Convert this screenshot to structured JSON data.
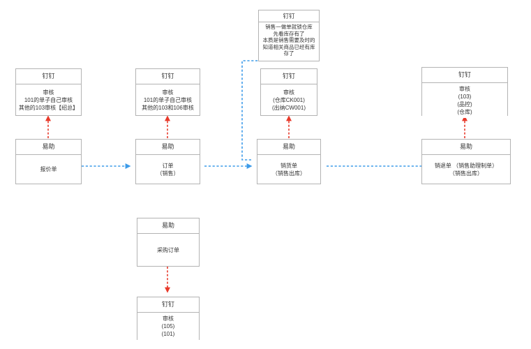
{
  "diagram": {
    "title": "销售流程图",
    "colors": {
      "box_border": "#b3b3b3",
      "box_fill": "#ffffff",
      "text": "#333333",
      "flow_arrow": "#3d9be9",
      "approval_arrow": "#e8392a"
    },
    "nodes": [
      {
        "id": "approve-quote",
        "header": "钉钉",
        "body": [
          "审核",
          "101的单子自己审核",
          "其他的103审核【绍总】"
        ]
      },
      {
        "id": "approve-order",
        "header": "钉钉",
        "body": [
          "审核",
          "101的单子自己审核",
          "其他的103和106审核"
        ]
      },
      {
        "id": "note-stock",
        "header": "钉钉",
        "body": [
          "销售一做单就锁仓库",
          "先看库存有了",
          "本质是销售需要及时的",
          "知道相关商品已经有库",
          "存了"
        ]
      },
      {
        "id": "approve-delivery",
        "header": "钉钉",
        "body": [
          "审核",
          "(仓库CK001)",
          "(出纳CW001)"
        ]
      },
      {
        "id": "approve-return",
        "header": "钉钉",
        "body": [
          "审核",
          "(103)",
          "(品控)",
          "(仓库)"
        ]
      },
      {
        "id": "quotation",
        "header": "易助",
        "body": [
          "报价单"
        ]
      },
      {
        "id": "sales-order",
        "header": "易助",
        "body": [
          "订单",
          "（销售）"
        ]
      },
      {
        "id": "sales-delivery",
        "header": "易助",
        "body": [
          "销货单",
          "（销售出库）"
        ]
      },
      {
        "id": "sales-return",
        "header": "易助",
        "body": [
          "销退单 （销售助理制单）",
          "（销售出库）"
        ]
      },
      {
        "id": "purchase-order",
        "header": "易助",
        "body": [
          "采购订单"
        ]
      },
      {
        "id": "approve-purchase",
        "header": "钉钉",
        "body": [
          "审核",
          "(105)",
          "(101)"
        ]
      }
    ],
    "edges": [
      {
        "id": "quote-to-approve",
        "kind": "approval",
        "from": "quotation",
        "to": "approve-quote"
      },
      {
        "id": "order-to-approve",
        "kind": "approval",
        "from": "sales-order",
        "to": "approve-order"
      },
      {
        "id": "delivery-to-approve",
        "kind": "approval",
        "from": "sales-delivery",
        "to": "approve-delivery"
      },
      {
        "id": "return-to-approve",
        "kind": "approval",
        "from": "sales-return",
        "to": "approve-return"
      },
      {
        "id": "purchase-to-approve",
        "kind": "approval",
        "from": "purchase-order",
        "to": "approve-purchase"
      },
      {
        "id": "quote-to-order",
        "kind": "flow",
        "from": "quotation",
        "to": "sales-order"
      },
      {
        "id": "order-to-delivery",
        "kind": "flow",
        "from": "sales-order",
        "to": "sales-delivery"
      },
      {
        "id": "delivery-to-return",
        "kind": "flow",
        "from": "sales-delivery",
        "to": "sales-return"
      },
      {
        "id": "delivery-to-note",
        "kind": "flow",
        "from": "sales-delivery",
        "to": "note-stock"
      }
    ]
  }
}
